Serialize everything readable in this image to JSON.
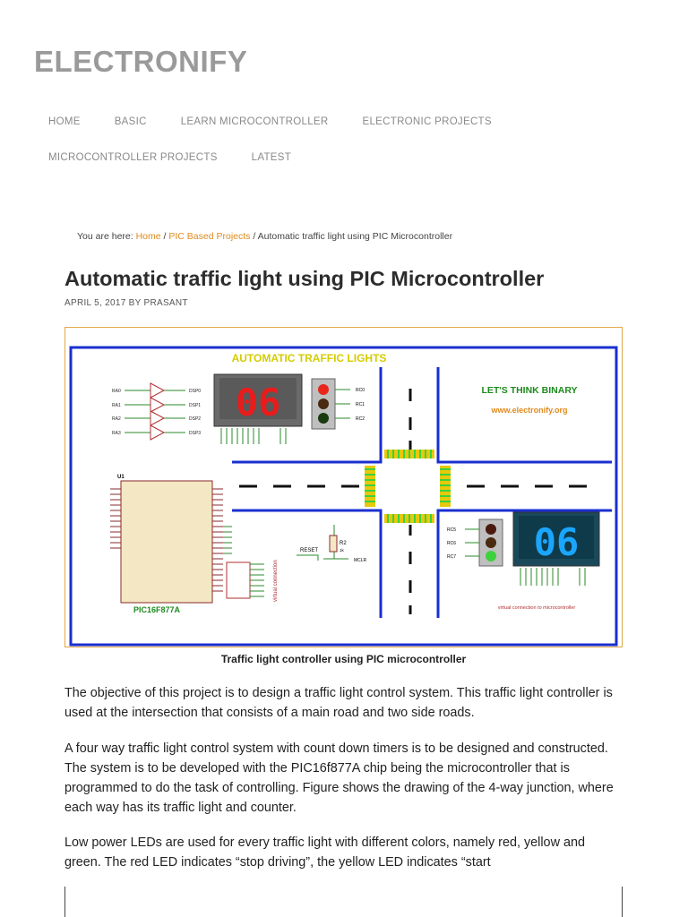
{
  "site": {
    "title": "ELECTRONIFY"
  },
  "nav": {
    "row1": [
      "HOME",
      "BASIC",
      "LEARN MICROCONTROLLER",
      "ELECTRONIC PROJECTS"
    ],
    "row2": [
      "MICROCONTROLLER PROJECTS",
      "LATEST"
    ]
  },
  "breadcrumb": {
    "prefix": "You are here:",
    "home": "Home",
    "sep": "/",
    "category": "PIC Based Projects",
    "current": "Automatic traffic light using PIC Microcontroller"
  },
  "post": {
    "title": "Automatic traffic light using PIC Microcontroller",
    "meta": "APRIL 5, 2017 BY PRASANT",
    "caption": "Traffic light controller using PIC microcontroller",
    "paragraphs": [
      "The objective of this project is to design a traffic light control system. This traffic light controller is used at the intersection that consists of a main road and two side roads.",
      "A four way traffic light control system with count down timers is to be designed and constructed. The system is to be developed with the PIC16f877A chip being the microcontroller that is programmed to do the task of controlling. Figure shows the drawing of the 4-way junction, where each way has its traffic light and counter.",
      "Low power LEDs are used for every traffic light with different colors, namely red, yellow and green. The red LED indicates “stop driving”, the yellow LED indicates “start"
    ]
  },
  "figure": {
    "title": "AUTOMATIC TRAFFIC LIGHTS",
    "slogan": "LET'S THINK BINARY",
    "url": "www.electronify.org",
    "display1": "06",
    "display2": "06",
    "chip_ref": "U1",
    "chip_name": "PIC16F877A",
    "reset": "RESET",
    "resistor": "R2",
    "resistor_val": "1k",
    "mclr": "MCLR",
    "virtual_conn": "virtual connection",
    "virtual_conn2": "virtual connection to microcontroller",
    "pins_left_top": [
      "RA0",
      "RA1",
      "RA2",
      "RA3"
    ],
    "pins_disp": [
      "DSP0",
      "DSP1",
      "DSP2",
      "DSP3"
    ],
    "rc_top": [
      "RC0",
      "RC1",
      "RC2"
    ],
    "rc_bottom": [
      "RC5",
      "RC6",
      "RC7"
    ],
    "colors": {
      "red": "#e8261c",
      "green": "#3cd23c",
      "yellow": "#d4cc00",
      "blue": "#1a2fd0",
      "display_on": "#e81c1c",
      "display_on2": "#1aa6ff",
      "amber": "#e8c80c"
    }
  }
}
